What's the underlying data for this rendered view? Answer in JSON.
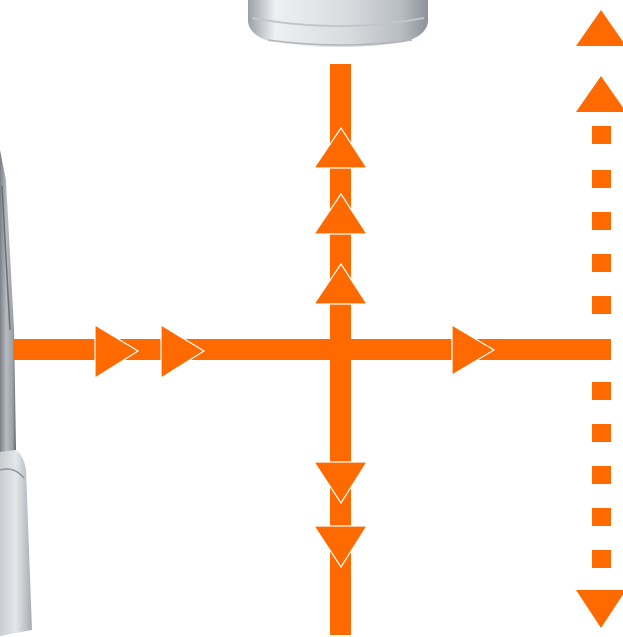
{
  "colors": {
    "arrow": "#ff6a00",
    "arrow_outline": "#ffffff",
    "background": "#ffffff",
    "device_light": "#e8eaec",
    "device_mid": "#c4c8cc",
    "device_dark": "#8a9096",
    "device_edge": "#5a6066"
  },
  "elements": {
    "top_device": "light-source-device",
    "left_device": "tube-device",
    "horizontal_beam": "horizontal-arrow-line",
    "vertical_beam": "vertical-arrow-line",
    "dashed_line": "dashed-double-arrow-line"
  }
}
